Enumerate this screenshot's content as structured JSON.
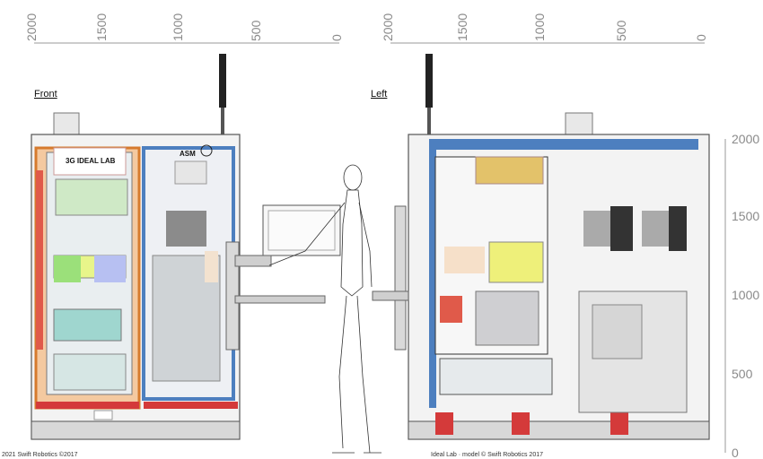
{
  "views": {
    "front": "Front",
    "left": "Left"
  },
  "top_scale_front": [
    "2000",
    "1500",
    "1000",
    "500",
    "0"
  ],
  "top_scale_left": [
    "2000",
    "1500",
    "1000",
    "500",
    "0"
  ],
  "right_scale": [
    "2000",
    "1500",
    "1000",
    "500",
    "0"
  ],
  "brand_label": "3G IDEAL LAB",
  "asm_label": "ASM",
  "footer_left": "2021 Swift Robotics  ©2017",
  "footer_right": "Ideal Lab  ·  model  ©  Swift Robotics 2017"
}
